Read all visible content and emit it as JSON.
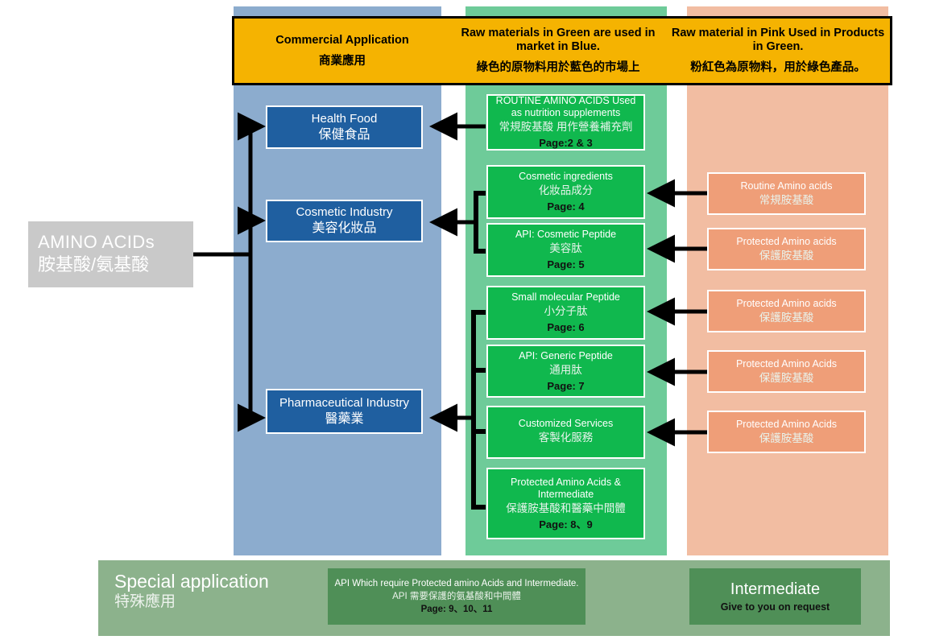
{
  "banner": {
    "columns": [
      {
        "en": "Commercial Application",
        "zh": "商業應用"
      },
      {
        "en": "Raw materials in Green are used in market in Blue.",
        "zh": "綠色的原物料用於藍色的市場上"
      },
      {
        "en": "Raw material in Pink Used in Products in Green.",
        "zh": "粉紅色為原物料，用於綠色產品。"
      }
    ]
  },
  "source": {
    "en": "AMINO ACIDs",
    "zh": "胺基酸/氨基酸"
  },
  "markets": [
    {
      "en": "Health Food",
      "zh": "保健食品"
    },
    {
      "en": "Cosmetic Industry",
      "zh": "美容化妝品"
    },
    {
      "en": "Pharmaceutical Industry",
      "zh": "醫藥業"
    }
  ],
  "products": [
    {
      "en": "ROUTINE AMINO ACIDS Used as nutrition supplements",
      "zh": "常規胺基酸 用作營養補充劑",
      "page": "Page:2 & 3"
    },
    {
      "en": "Cosmetic ingredients",
      "zh": "化妝品成分",
      "page": "Page: 4"
    },
    {
      "en": "API: Cosmetic Peptide",
      "zh": "美容肽",
      "page": "Page: 5"
    },
    {
      "en": "Small molecular Peptide",
      "zh": "小分子肽",
      "page": "Page: 6"
    },
    {
      "en": "API: Generic Peptide",
      "zh": "通用肽",
      "page": "Page: 7"
    },
    {
      "en": "Customized Services",
      "zh": "客製化服務",
      "page": ""
    },
    {
      "en": "Protected Amino Acids & Intermediate",
      "zh": "保護胺基酸和醫藥中間體",
      "page": "Page: 8、9"
    }
  ],
  "raw_materials": [
    {
      "en": "Routine Amino acids",
      "zh": "常規胺基酸"
    },
    {
      "en": "Protected Amino acids",
      "zh": "保護胺基酸"
    },
    {
      "en": "Protected Amino acids",
      "zh": "保護胺基酸"
    },
    {
      "en": "Protected Amino Acids",
      "zh": "保護胺基酸"
    },
    {
      "en": "Protected Amino Acids",
      "zh": "保護胺基酸"
    }
  ],
  "special": {
    "title_en": "Special application",
    "title_zh": "特殊應用",
    "detail_en": "API Which require Protected amino Acids and Intermediate.",
    "detail_zh": "API 需要保護的氨基酸和中間體",
    "detail_page": "Page: 9、10、11",
    "intermediate_en": "Intermediate",
    "intermediate_sub": "Give to you on request"
  },
  "colors": {
    "banner": "#f5b301",
    "blue_column": "#8cacce",
    "green_column": "#6ecb99",
    "pink_column": "#f2bda2",
    "blue_card": "#1f5fa0",
    "green_card": "#10b84e",
    "pink_card": "#ef9e78",
    "special_bar": "#8cb28c",
    "special_box": "#4f8f57",
    "source_block": "#c9c9c9"
  }
}
